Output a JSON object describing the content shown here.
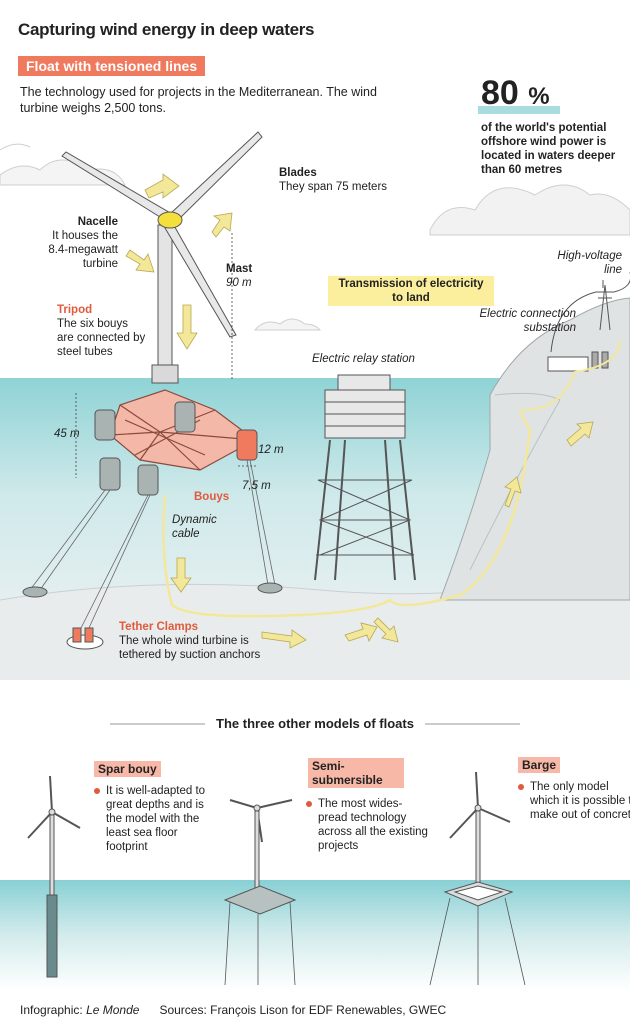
{
  "title": "Capturing wind energy in deep waters",
  "main_tag": "Float with tensioned lines",
  "intro": "The technology used for projects in the Mediterranean. The wind turbine weighs 2,500 tons.",
  "stat": {
    "value": "80",
    "unit": "%",
    "text": "of the world's potential offshore wind power is located in waters deeper than 60 metres"
  },
  "labels": {
    "blades_title": "Blades",
    "blades_text": "They span 75 meters",
    "nacelle_title": "Nacelle",
    "nacelle_text": "It houses the 8.4-megawatt turbine",
    "mast_title": "Mast",
    "mast_value": "90 m",
    "tripod_title": "Tripod",
    "tripod_text": "The six bouys are connected by steel tubes",
    "depth": "45 m",
    "bouy_height": "12 m",
    "bouy_width": "7,5 m",
    "bouys": "Bouys",
    "dynamic_cable": "Dynamic cable",
    "tether_title": "Tether Clamps",
    "tether_text": "The whole wind turbine is tethered by suction anchors",
    "transmission": "Transmission of electricity to land",
    "relay": "Electric relay station",
    "substation": "Electric connection substation",
    "hv_line": "High-voltage line"
  },
  "section_title": "The three other models of floats",
  "models": [
    {
      "name": "Spar bouy",
      "desc": "It is well-adapted to great depths and is the model with the least sea floor footprint"
    },
    {
      "name": "Semi-submersible",
      "desc": "The most wides-pread technology across all the existing projects"
    },
    {
      "name": "Barge",
      "desc": "The only model which it is possible to make out of concrete"
    }
  ],
  "credits": {
    "infographic_label": "Infographic:",
    "infographic_source": "Le Monde",
    "sources": "Sources: François Lison for EDF Renewables, GWEC"
  }
}
